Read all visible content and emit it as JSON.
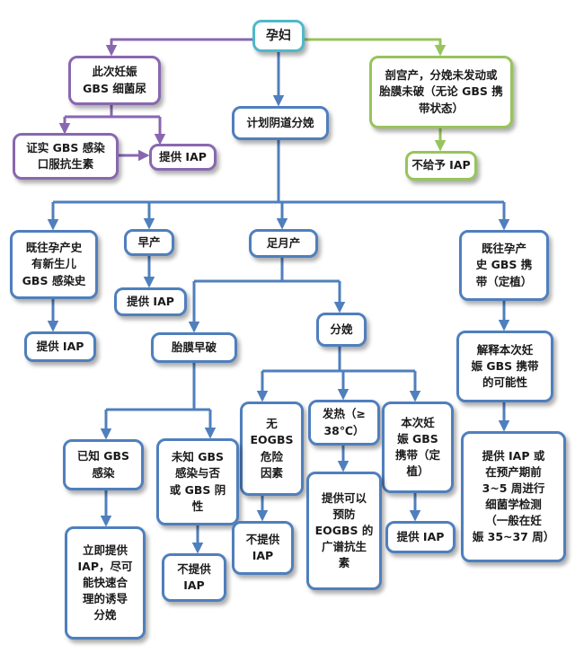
{
  "colors": {
    "blue": "#4f7fbd",
    "purple": "#8967b0",
    "green": "#98c45c",
    "teal": "#4fb8cc"
  },
  "nodes": {
    "root": "孕妇",
    "gbs_bacteriuria": "此次妊娠\nGBS 细菌尿",
    "confirmed_gbs_oral_antibiotics": "证实 GBS 感染\n口服抗生素",
    "iap_bacteriuria": "提供 IAP",
    "planned_vaginal_delivery": "计划阴道分娩",
    "cesarean_no_labor": "剖宫产，分娩未发动或\n胎膜未破（无论 GBS 携\n带状态）",
    "no_iap_cesarean": "不给予 IAP",
    "prior_infant_gbs": "既往孕产史\n有新生儿\nGBS 感染史",
    "iap_prior_infant": "提供 IAP",
    "preterm": "早产",
    "iap_preterm": "提供 IAP",
    "term": "足月产",
    "prior_gbs_carriage": "既往孕产\n史 GBS 携\n带（定植）",
    "explain_carriage": "解释本次妊\n娠 GBS 携带\n的可能性",
    "iap_or_culture": "提供 IAP 或\n在预产期前\n3~5 周进行\n细菌学检测\n（一般在妊\n娠 35~37 周）",
    "prom": "胎膜早破",
    "labor": "分娩",
    "known_gbs": "已知 GBS\n感染",
    "immediate_iap": "立即提供\nIAP，尽可\n能快速合\n理的诱导\n分娩",
    "unknown_gbs": "未知 GBS\n感染与否\n或 GBS 阴\n性",
    "no_iap_unknown": "不提供\nIAP",
    "no_risk_factors": "无\nEOGBS\n危险\n因素",
    "no_iap_no_risk": "不提供\nIAP",
    "fever": "发热（≥\n38℃）",
    "broad_spectrum": "提供可以\n预防\nEOGBS 的\n广谱抗生\n素",
    "current_gbs_carriage": "本次妊\n娠 GBS\n携带（定\n植）",
    "iap_current_carriage": "提供 IAP"
  }
}
